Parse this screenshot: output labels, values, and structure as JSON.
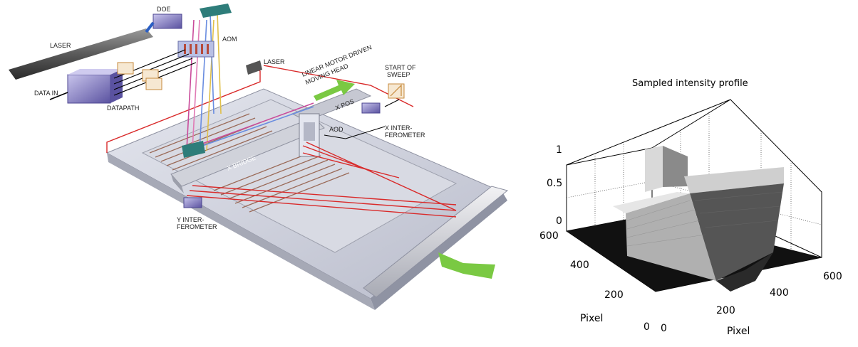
{
  "diagram": {
    "labels": {
      "doe": "DOE",
      "laser_main": "LASER",
      "aom": "AOM",
      "laser_secondary": "LASER",
      "data_in": "DATA IN",
      "datapath": "DATAPATH",
      "moving_head_1": "LINEAR MOTOR DRIVEN",
      "moving_head_2": "MOVING HEAD",
      "start_sweep_1": "START OF",
      "start_sweep_2": "SWEEP",
      "x_pos": "X POS",
      "aod": "AOD",
      "x_interferometer_1": "X INTER-",
      "x_interferometer_2": "FEROMETER",
      "x_bridge": "X BRIDGE",
      "y_interferometer_1": "Y INTER-",
      "y_interferometer_2": "FEROMETER"
    },
    "colors": {
      "beam_red": "#d92a2a",
      "arrow_green": "#7ac943",
      "plate": "#c9ccd6",
      "pattern": "#9a6a58",
      "block_purple": "#7a73b8"
    }
  },
  "chart_data": {
    "type": "surface",
    "title": "Sampled intensity profile",
    "xlabel": "Pixel",
    "ylabel": "Pixel",
    "x_ticks": [
      "0",
      "200",
      "400",
      "600"
    ],
    "y_ticks": [
      "0",
      "200",
      "400",
      "600"
    ],
    "z_ticks": [
      "0",
      "0.5",
      "1"
    ],
    "xlim": [
      0,
      600
    ],
    "ylim": [
      0,
      600
    ],
    "zlim": [
      0,
      1
    ],
    "colormap": "gray",
    "shape": "cross",
    "cross_center": [
      300,
      300
    ],
    "bar_half_width": 30,
    "peak_value": 1,
    "background_value": 0
  }
}
